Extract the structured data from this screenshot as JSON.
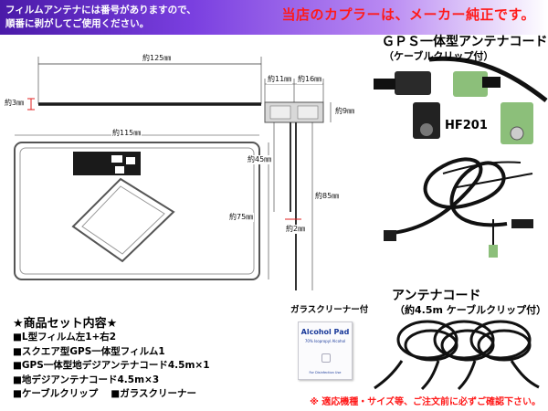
{
  "banner": {
    "note": "フィルムアンテナには番号がありますので、\n順番に剥がしてご使用ください。",
    "headline": "当店のカプラーは、メーカー純正です。"
  },
  "dimensions": {
    "film_width": "約125㎜",
    "film_height": "約3㎜",
    "square_width": "約115㎜",
    "square_height": "約75㎜",
    "amp_left": "約11㎜",
    "amp_right": "約16㎜",
    "amp_height": "約9㎜",
    "lead_left": "約45㎜",
    "lead_right": "約85㎜",
    "lead_gap": "約2㎜"
  },
  "gps_cord": {
    "title": "ＧＰＳ一体型アンテナコード",
    "subtitle": "（ケーブルクリップ付）",
    "connector_label": "HF201"
  },
  "glass_cleaner": {
    "label": "ガラスクリーナー付",
    "pad_title": "Alcohol Pad",
    "pad_subtitle": "70% Isopropyl Alcohol",
    "pad_footer": "For Disinfection Use"
  },
  "antenna_cord": {
    "title": "アンテナコード",
    "subtitle": "（約4.5m ケーブルクリップ付）"
  },
  "set_contents": {
    "heading": "★商品セット内容★",
    "items": [
      "■L型フィルム左1+右2",
      "■スクエア型GPS一体型フィルム1",
      "■GPS一体型地デジアンテナコード4.5m×1",
      "■地デジアンテナコード4.5m×3"
    ],
    "last_item_a": "■ケーブルクリップ",
    "last_item_b": "■ガラスクリーナー"
  },
  "footnote": "※ 適応機種・サイズ等、ご注文前に必ずご確認下さい。",
  "colors": {
    "banner_start": "#4a1aa8",
    "headline_red": "#ff1a1a",
    "connector_green": "#8cbf7a",
    "connector_black": "#1c1c1c"
  }
}
